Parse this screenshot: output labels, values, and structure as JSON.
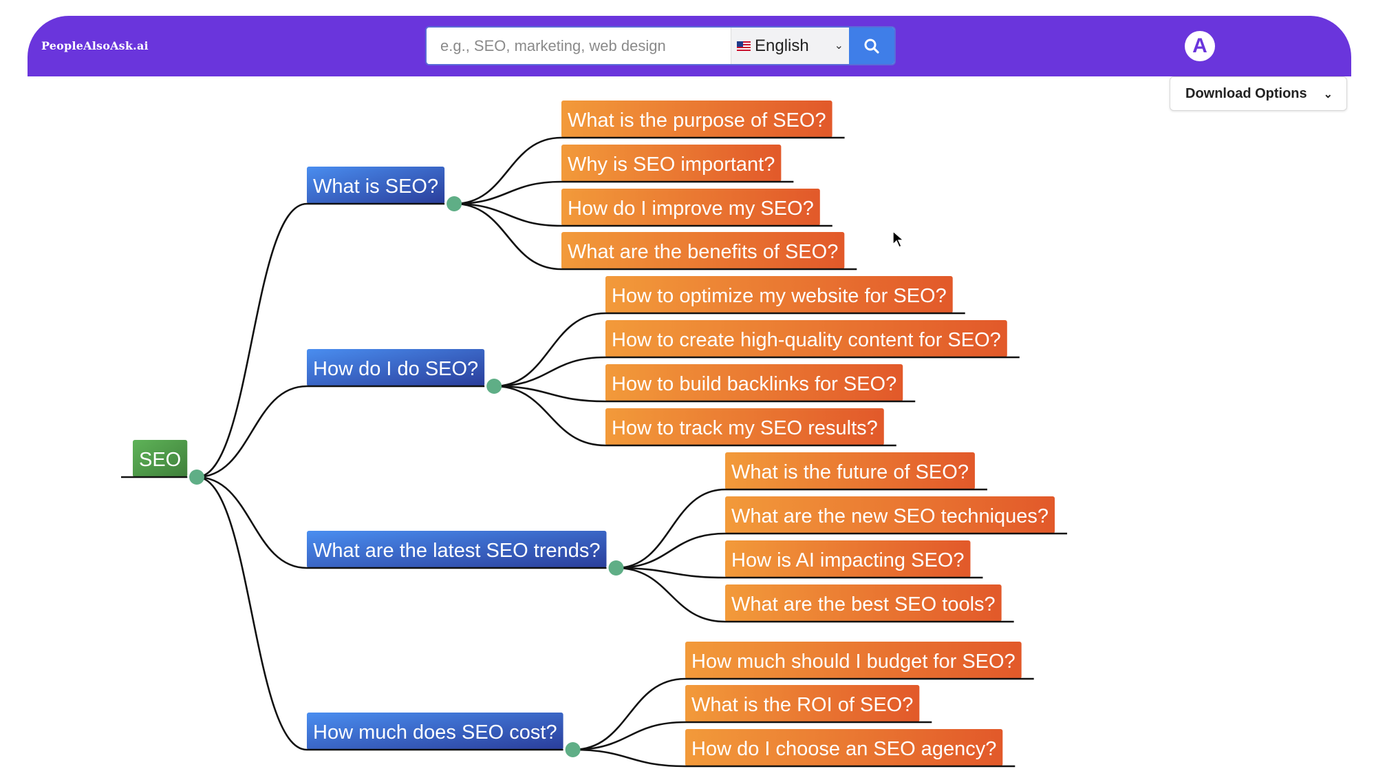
{
  "header": {
    "brand": "PeopleAlsoAsk.ai",
    "search_placeholder": "e.g., SEO, marketing, web design",
    "language": "English",
    "avatar_letter": "A",
    "icons": {
      "search": "search-icon",
      "language_flag": "us-flag-icon",
      "dropdown": "chevron-down-icon"
    }
  },
  "toolbar": {
    "download_label": "Download Options"
  },
  "mindmap": {
    "root": "SEO",
    "colors": {
      "root": "#4f9a4a",
      "branch": "#3867d6",
      "leaf": "#ee8a36",
      "connector": "#5fae86"
    },
    "branches": [
      {
        "label": "What is SEO?",
        "children": [
          "What is the purpose of SEO?",
          "Why is SEO important?",
          "How do I improve my SEO?",
          "What are the benefits of SEO?"
        ]
      },
      {
        "label": "How do I do SEO?",
        "children": [
          "How to optimize my website for SEO?",
          "How to create high-quality content for SEO?",
          "How to build backlinks for SEO?",
          "How to track my SEO results?"
        ]
      },
      {
        "label": "What are the latest SEO trends?",
        "children": [
          "What is the future of SEO?",
          "What are the new SEO techniques?",
          "How is AI impacting SEO?",
          "What are the best SEO tools?"
        ]
      },
      {
        "label": "How much does SEO cost?",
        "children": [
          "How much should I budget for SEO?",
          "What is the ROI of SEO?",
          "How do I choose an SEO agency?"
        ]
      }
    ]
  }
}
